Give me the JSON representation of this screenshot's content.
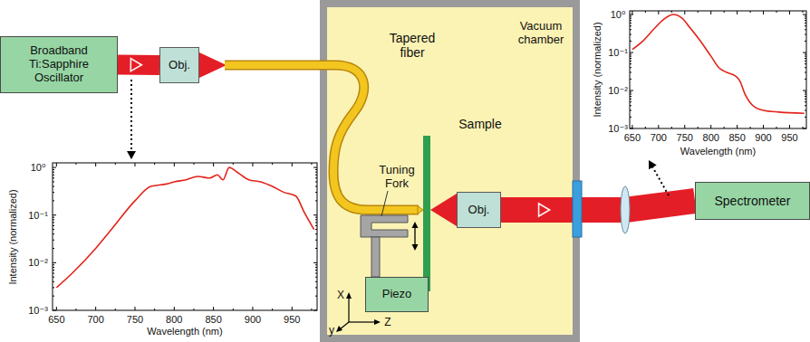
{
  "diagram": {
    "nodes": [
      {
        "text": [
          "Broadband Ti:Sapphire Oscillator"
        ]
      },
      {
        "text": [
          "Obj."
        ]
      },
      {
        "text": [
          "Vacuum chamber"
        ]
      },
      {
        "text": [
          "Piezo"
        ],
        "in": 2
      },
      {
        "text": [
          "Obj."
        ],
        "in": 2
      },
      {
        "text": [
          "Spectrometer"
        ]
      }
    ],
    "edges": [
      {
        "from": 0,
        "to": 1,
        "arrow": "to"
      },
      {
        "from": 4,
        "to": 5,
        "arrow": "to"
      }
    ],
    "labels": [
      "Tapered fiber",
      "Sample",
      "Tuning Fork",
      "X",
      "y",
      "Z",
      "Intensity (normalized)",
      "10⁰",
      "10⁻¹",
      "10⁻²",
      "10⁻³",
      "650",
      "700",
      "750",
      "800",
      "850",
      "900",
      "950",
      "Wavelength (nm)",
      "Intensity (normalized)",
      "10⁰",
      "10⁻¹",
      "10⁻²",
      "10⁻³",
      "650",
      "700",
      "750",
      "800",
      "850",
      "900",
      "950",
      "Wavelength (nm)"
    ]
  }
}
